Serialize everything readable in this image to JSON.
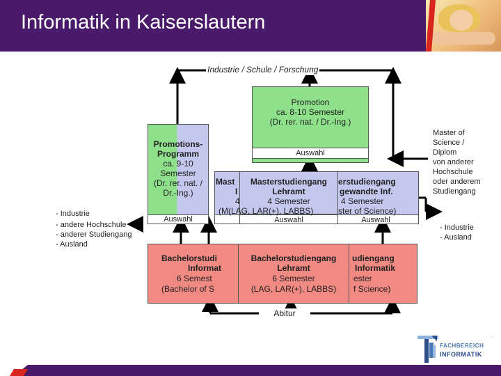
{
  "header": {
    "title": "Informatik in Kaiserslautern",
    "bg_color": "#4a1a6a"
  },
  "diagram": {
    "top_label": "Industrie / Schule / Forschung",
    "promotion": {
      "title": "Promotion",
      "duration": "ca. 8-10 Semester",
      "degree": "(Dr. rer. nat. / Dr.-Ing.)",
      "selection": "Auswahl"
    },
    "promotionsprogramm": {
      "line1": "Promotions-",
      "line2": "Programm",
      "line3": "ca. 9-10",
      "line4": "Semester",
      "line5": "(Dr. rer. nat. /",
      "line6": "Dr.-Ing.)",
      "selection": "Auswahl"
    },
    "master_back_left": {
      "title": "Mast",
      "title2": "I"
    },
    "master_front": {
      "title": "Masterstudiengang",
      "subtitle": "Lehramt",
      "duration": "4 Semester",
      "degree": "(M(LAG, LAR(+), LABBS)",
      "selection": "Auswahl"
    },
    "master_back_right": {
      "title": "erstudiengang",
      "subtitle": "gewandte Inf.",
      "duration": "4 Semester",
      "degree": "ster of Science)",
      "selection": "Auswahl"
    },
    "master_back_left_small": {
      "duration": "4",
      "selection_prefix": "("
    },
    "bachelor_back_left": {
      "title": "Bachelorstudi",
      "subtitle": "Informat",
      "duration": "6 Semest",
      "degree": "(Bachelor of S"
    },
    "bachelor_front": {
      "title": "Bachelorstudiengang",
      "subtitle": "Lehramt",
      "duration": "6 Semester",
      "degree": "(LAG, LAR(+), LABBS)"
    },
    "bachelor_back_right": {
      "title": "udiengang",
      "subtitle": "Informatik",
      "duration": "ester",
      "degree": "f Science)"
    },
    "abitur": "Abitur",
    "left_exits": [
      "- Industrie",
      "- andere Hochschule",
      "- anderer Studiengang",
      "- Ausland"
    ],
    "right_entry": [
      "Master of",
      "Science /",
      "Diplom",
      "von anderer",
      "Hochschule",
      "oder anderem",
      "Studiengang"
    ],
    "right_exits": [
      "- Industrie",
      "- Ausland"
    ],
    "colors": {
      "green": "#8fe08a",
      "lavender": "#c4c7ee",
      "salmon": "#f28a84",
      "pink_bg": "#f6c3c0",
      "text_faded": "#555555"
    }
  },
  "logo": {
    "line1": "FACHBEREICH",
    "line2": "INFORMATIK"
  }
}
